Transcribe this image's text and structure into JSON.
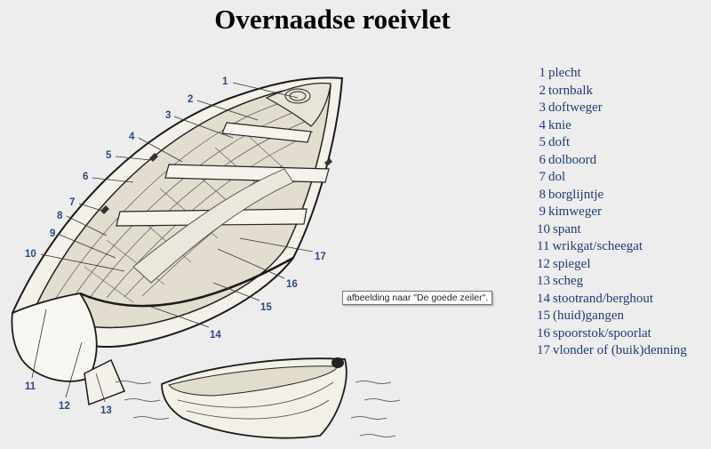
{
  "page": {
    "title": "Overnaadse roeivlet"
  },
  "tooltip": {
    "text": "afbeelding naar \"De goede zeiler\"."
  },
  "diagram": {
    "callouts": [
      "1",
      "2",
      "3",
      "4",
      "5",
      "6",
      "7",
      "8",
      "9",
      "10",
      "11",
      "12",
      "13",
      "14",
      "15",
      "16",
      "17"
    ]
  },
  "legend": [
    {
      "num": "1",
      "label": "plecht"
    },
    {
      "num": "2",
      "label": "tornbalk"
    },
    {
      "num": "3",
      "label": "doftweger"
    },
    {
      "num": "4",
      "label": "knie"
    },
    {
      "num": "5",
      "label": "doft"
    },
    {
      "num": "6",
      "label": "dolboord"
    },
    {
      "num": "7",
      "label": "dol"
    },
    {
      "num": "8",
      "label": "borglijntje"
    },
    {
      "num": "9",
      "label": "kimweger"
    },
    {
      "num": "10",
      "label": "spant"
    },
    {
      "num": "11",
      "label": "wrikgat/scheegat"
    },
    {
      "num": "12",
      "label": "spiegel"
    },
    {
      "num": "13",
      "label": "scheg"
    },
    {
      "num": "14",
      "label": "stootrand/berghout"
    },
    {
      "num": "15",
      "label": "(huid)gangen"
    },
    {
      "num": "16",
      "label": "spoorstok/spoorlat"
    },
    {
      "num": "17",
      "label": "vlonder of (buik)denning"
    }
  ]
}
